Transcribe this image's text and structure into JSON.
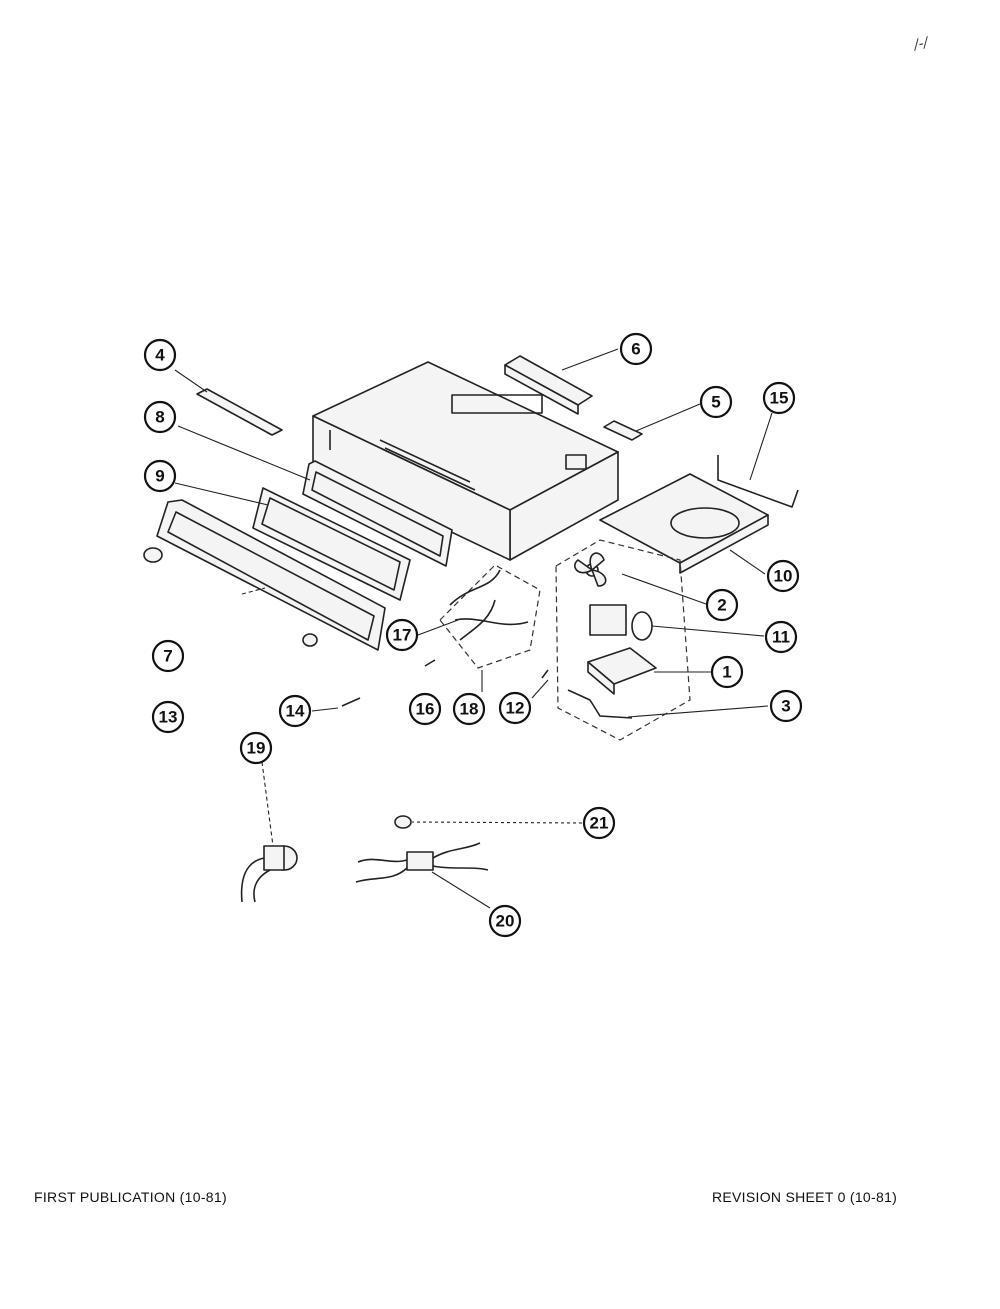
{
  "page": {
    "corner_mark": "/-/",
    "footer_left": "FIRST PUBLICATION (10-81)",
    "footer_right": "REVISION SHEET 0 (10-81)"
  },
  "diagram": {
    "callouts": [
      {
        "id": "callout-1",
        "label": "1"
      },
      {
        "id": "callout-2",
        "label": "2"
      },
      {
        "id": "callout-3",
        "label": "3"
      },
      {
        "id": "callout-4",
        "label": "4"
      },
      {
        "id": "callout-5",
        "label": "5"
      },
      {
        "id": "callout-6",
        "label": "6"
      },
      {
        "id": "callout-7",
        "label": "7"
      },
      {
        "id": "callout-8",
        "label": "8"
      },
      {
        "id": "callout-9",
        "label": "9"
      },
      {
        "id": "callout-10",
        "label": "10"
      },
      {
        "id": "callout-11",
        "label": "11"
      },
      {
        "id": "callout-12",
        "label": "12"
      },
      {
        "id": "callout-13",
        "label": "13"
      },
      {
        "id": "callout-14",
        "label": "14"
      },
      {
        "id": "callout-15",
        "label": "15"
      },
      {
        "id": "callout-16",
        "label": "16"
      },
      {
        "id": "callout-17",
        "label": "17"
      },
      {
        "id": "callout-18",
        "label": "18"
      },
      {
        "id": "callout-19",
        "label": "19"
      },
      {
        "id": "callout-20",
        "label": "20"
      },
      {
        "id": "callout-21",
        "label": "21"
      }
    ]
  }
}
